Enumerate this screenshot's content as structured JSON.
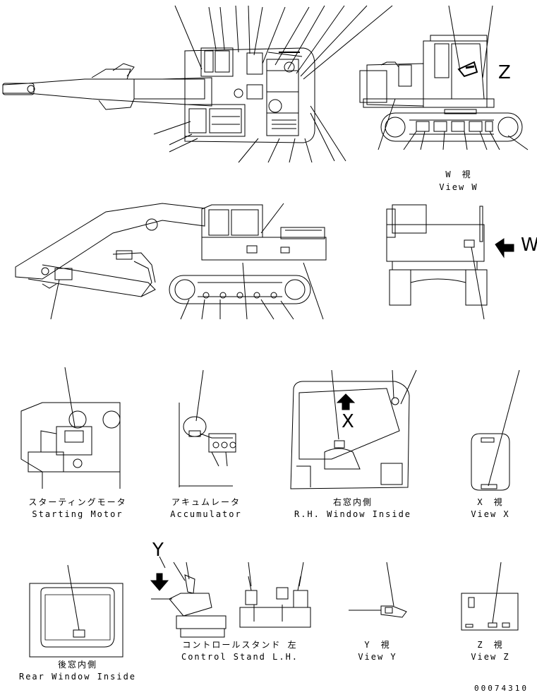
{
  "drawing_number": "00074310",
  "view_w": {
    "jp": "W　視",
    "en": "View W"
  },
  "view_x": {
    "jp": "X　視",
    "en": "View X"
  },
  "view_y": {
    "jp": "Y　視",
    "en": "View Y"
  },
  "view_z": {
    "jp": "Z　視",
    "en": "View Z"
  },
  "starting_motor": {
    "jp": "スターティングモータ",
    "en": "Starting Motor"
  },
  "accumulator": {
    "jp": "アキュムレータ",
    "en": "Accumulator"
  },
  "rh_window": {
    "jp": "右窓内側",
    "en": "R.H. Window Inside"
  },
  "rear_window": {
    "jp": "後窓内側",
    "en": "Rear Window Inside"
  },
  "control_stand": {
    "jp": "コントロールスタンド 左",
    "en": "Control Stand L.H."
  },
  "view_markers": {
    "w": "W",
    "x": "X",
    "y": "Y",
    "z": "Z"
  }
}
